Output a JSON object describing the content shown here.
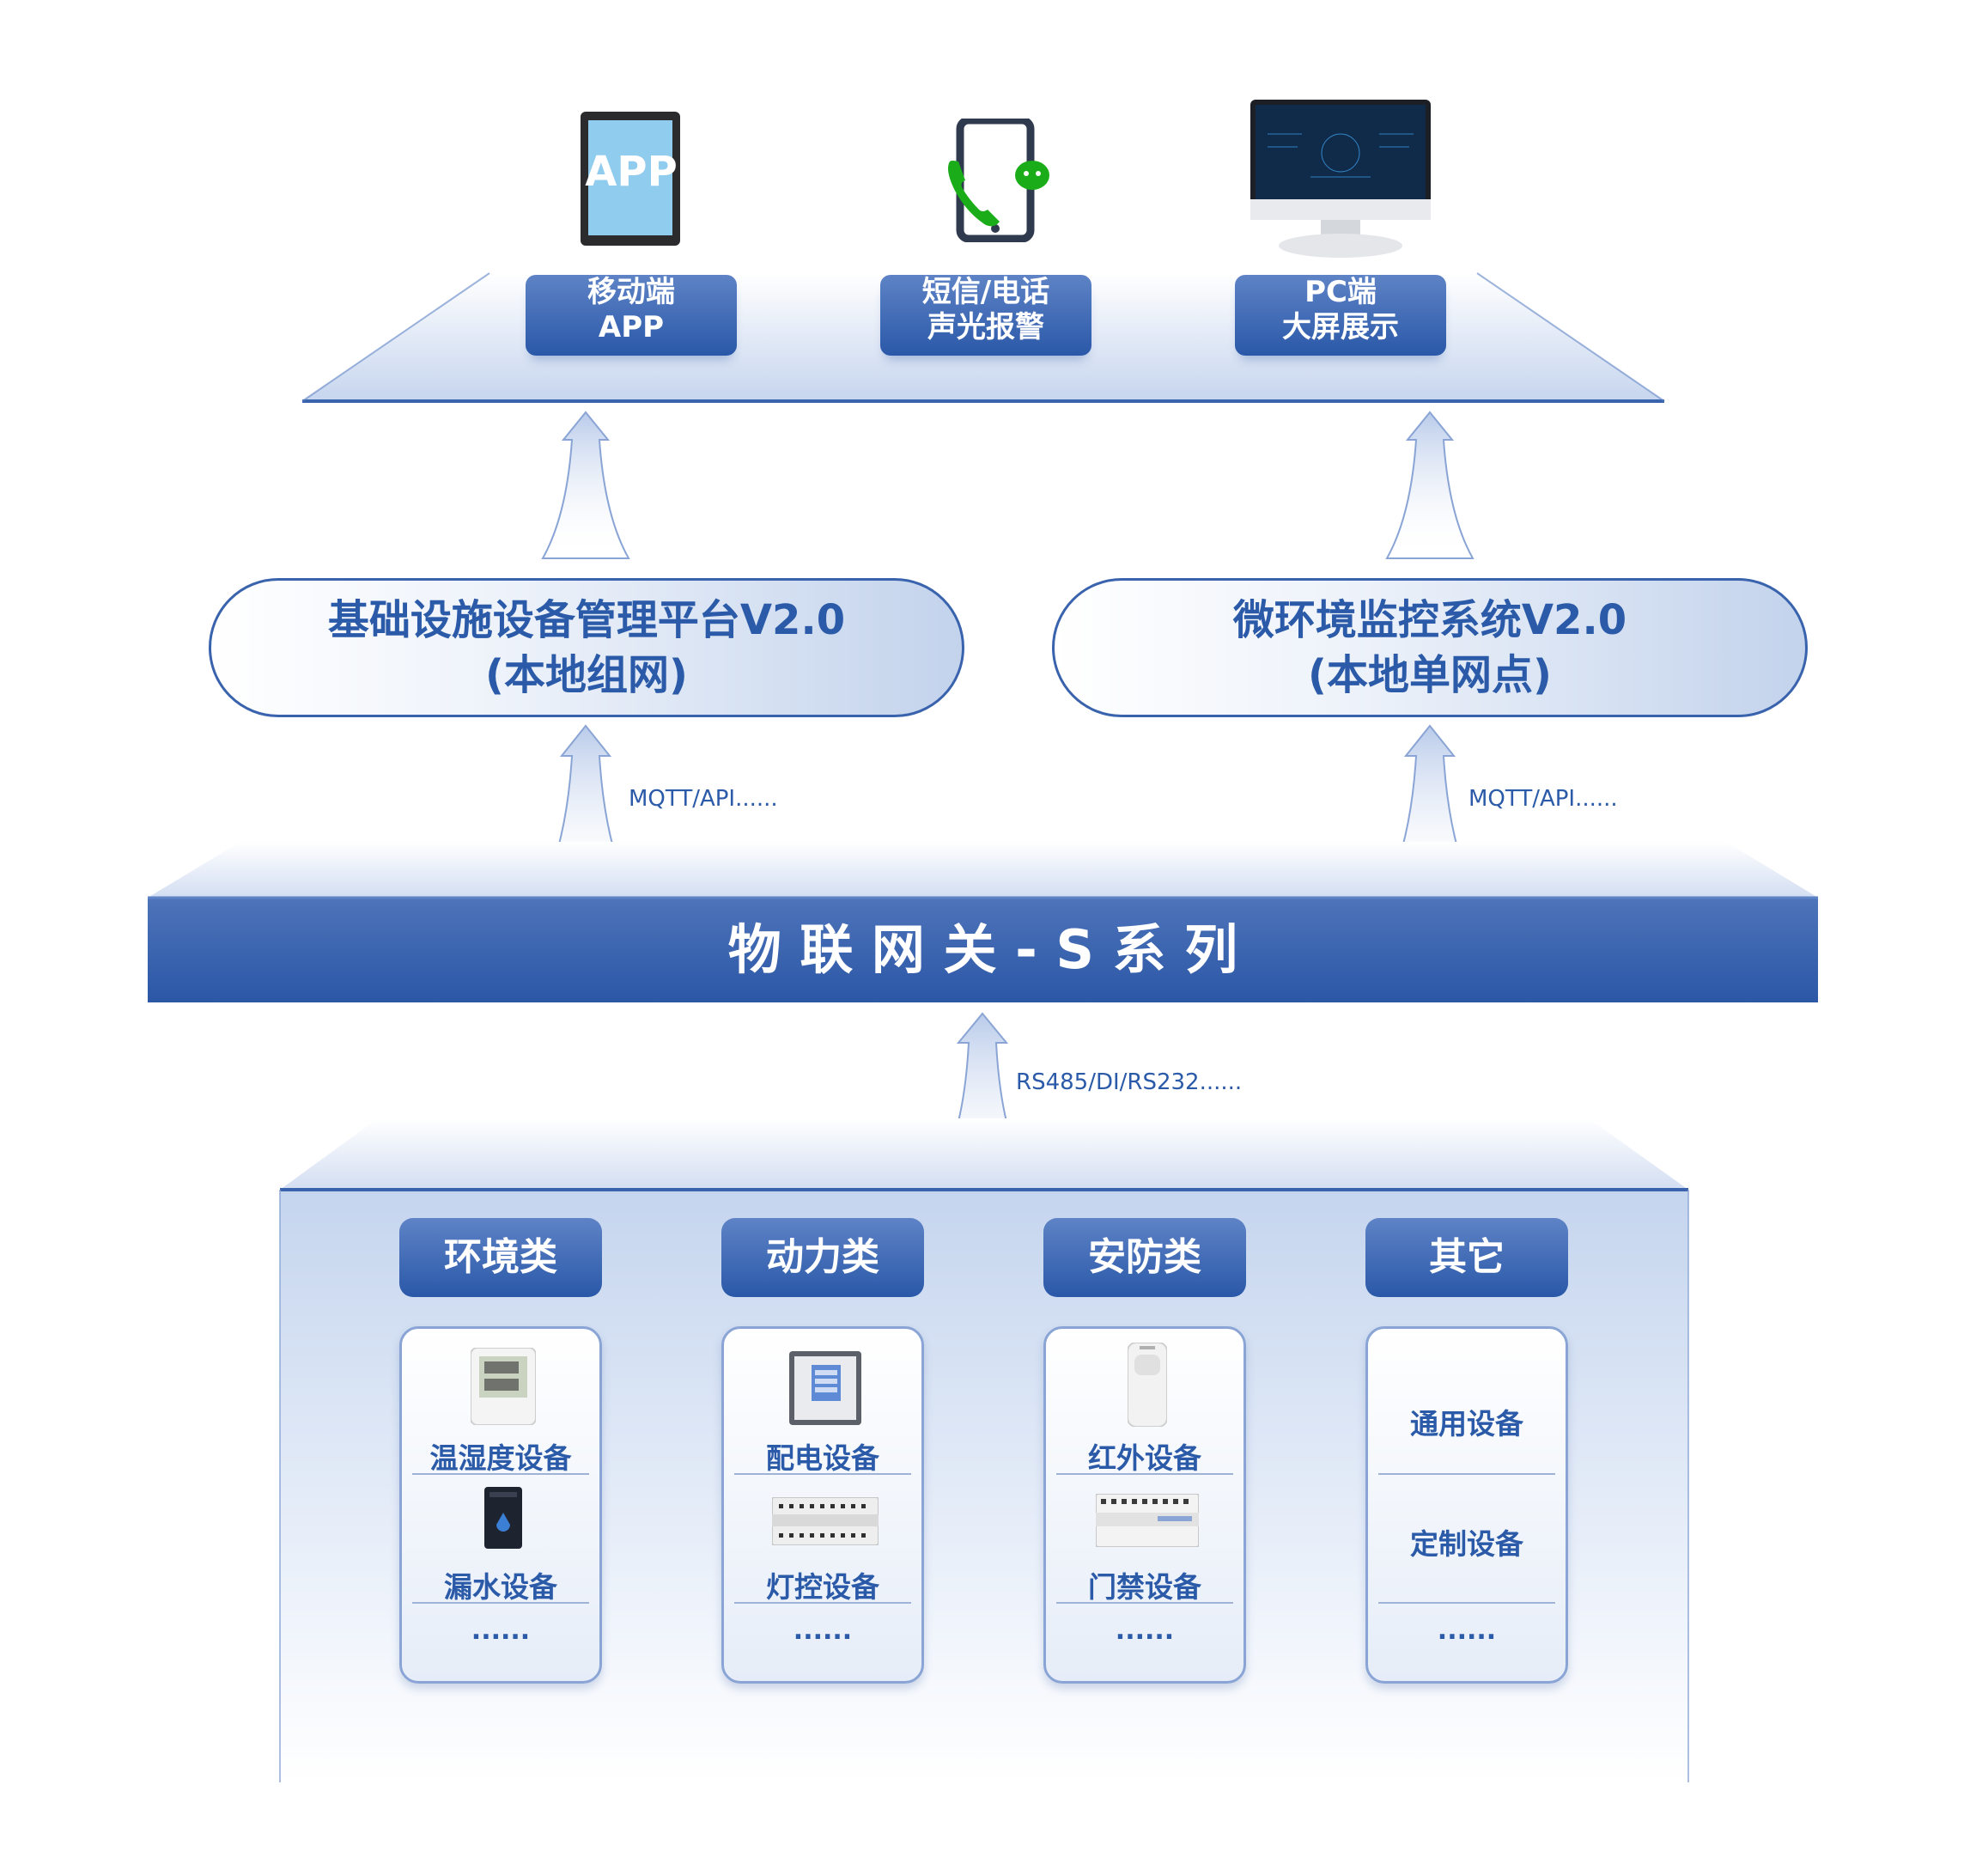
{
  "top_channels": [
    {
      "line1": "移动端",
      "line2": "APP",
      "icon": "tablet-app-icon",
      "icon_text": "APP"
    },
    {
      "line1": "短信/电话",
      "line2": "声光报警",
      "icon": "phone-wechat-icon"
    },
    {
      "line1": "PC端",
      "line2": "大屏展示",
      "icon": "monitor-dashboard-icon"
    }
  ],
  "platforms": [
    {
      "line1": "基础设施设备管理平台V2.0",
      "line2": "(本地组网)"
    },
    {
      "line1": "微环境监控系统V2.0",
      "line2": "(本地单网点)"
    }
  ],
  "protocols": {
    "upper_left": "MQTT/API......",
    "upper_right": "MQTT/API......",
    "lower": "RS485/DI/RS232......"
  },
  "gateway": {
    "label": "物 联 网 关 - S 系 列"
  },
  "categories": [
    {
      "title": "环境类",
      "items": [
        "温湿度设备",
        "漏水设备"
      ],
      "more": "......",
      "icons": [
        "thermo-hygrometer-icon",
        "water-leak-sensor-icon"
      ]
    },
    {
      "title": "动力类",
      "items": [
        "配电设备",
        "灯控设备"
      ],
      "more": "......",
      "icons": [
        "power-meter-icon",
        "lighting-controller-icon"
      ]
    },
    {
      "title": "安防类",
      "items": [
        "红外设备",
        "门禁设备"
      ],
      "more": "......",
      "icons": [
        "infrared-detector-icon",
        "access-controller-icon"
      ]
    },
    {
      "title": "其它",
      "items": [
        "通用设备",
        "定制设备"
      ],
      "more": "......"
    }
  ],
  "colors": {
    "primary": "#2a58a8",
    "accent": "#5e83c6",
    "text": "#2a5aa8",
    "wechat": "#1aad19"
  }
}
